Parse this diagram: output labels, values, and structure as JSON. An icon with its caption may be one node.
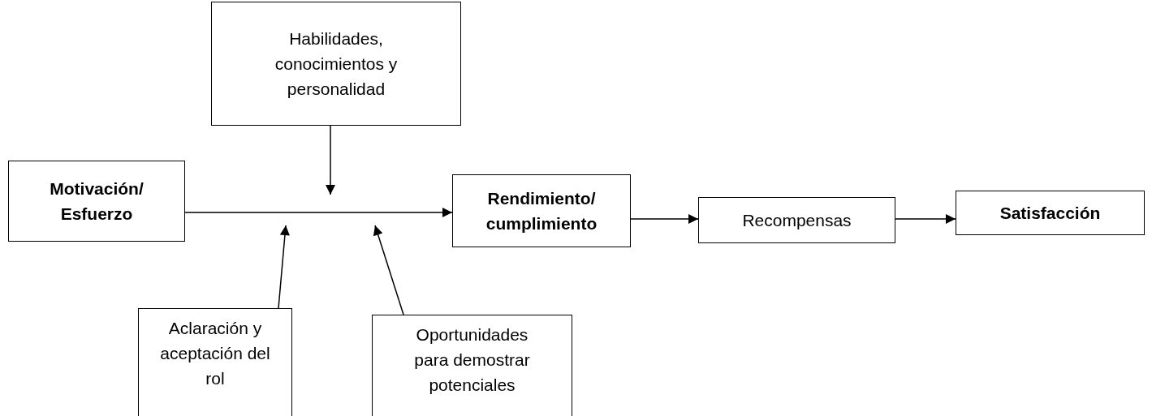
{
  "diagram": {
    "nodes": [
      {
        "text": [
          "Motivación/ Esfuerzo"
        ]
      },
      {
        "text": [
          "Habilidades, conocimientos y personalidad"
        ]
      },
      {
        "text": [
          "Rendimiento/ cumplimiento"
        ]
      },
      {
        "text": [
          "Recompensas"
        ]
      },
      {
        "text": [
          "Satisfacción"
        ]
      },
      {
        "text": [
          "Aclaración y aceptación del rol"
        ]
      },
      {
        "text": [
          "Oportunidades para demostrar potenciales"
        ]
      }
    ],
    "edges": [
      {
        "from": 0,
        "to": 2,
        "arrow": "to"
      },
      {
        "from": 1,
        "to": null,
        "arrow": "to"
      },
      {
        "from": 5,
        "to": null,
        "arrow": "to"
      },
      {
        "from": 6,
        "to": null,
        "arrow": "to"
      },
      {
        "from": 2,
        "to": 3,
        "arrow": "to"
      },
      {
        "from": 3,
        "to": 4,
        "arrow": "to"
      }
    ]
  }
}
